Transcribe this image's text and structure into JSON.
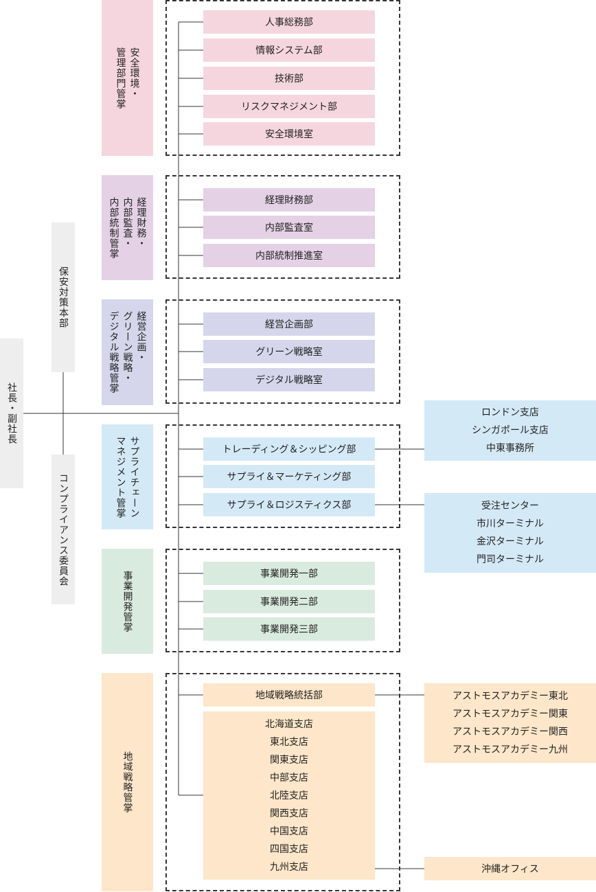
{
  "president": "社長・副社長",
  "committees": {
    "security": "保安対策本部",
    "compliance": "コンプライアンス委員会"
  },
  "groups": [
    {
      "label": "安全環境・\n管理部門管掌",
      "departments": [
        "人事総務部",
        "情報システム部",
        "技術部",
        "リスクマネジメント部",
        "安全環境室"
      ]
    },
    {
      "label": "経理財務・\n内部監査・\n内部統制管掌",
      "departments": [
        "経理財務部",
        "内部監査室",
        "内部統制推進室"
      ]
    },
    {
      "label": "経営企画・\nグリーン戦略・\nデジタル戦略管掌",
      "departments": [
        "経営企画部",
        "グリーン戦略室",
        "デジタル戦略室"
      ]
    },
    {
      "label": "サプライチェーン\nマネジメント管掌",
      "departments": [
        "トレーディング＆シッピング部",
        "サプライ＆マーケティング部",
        "サプライ＆ロジスティクス部"
      ]
    },
    {
      "label": "事業開発管掌",
      "departments": [
        "事業開発一部",
        "事業開発二部",
        "事業開発三部"
      ]
    },
    {
      "label": "地域戦略管掌",
      "departments": [
        "地域戦略統括部"
      ],
      "branches": [
        "北海道支店",
        "東北支店",
        "関東支店",
        "中部支店",
        "北陸支店",
        "関西支店",
        "中国支店",
        "四国支店",
        "九州支店"
      ]
    }
  ],
  "affiliates": {
    "overseas": [
      "ロンドン支店",
      "シンガポール支店",
      "中東事務所"
    ],
    "logistics": [
      "受注センター",
      "市川ターミナル",
      "金沢ターミナル",
      "門司ターミナル"
    ],
    "academies": [
      "アストモスアカデミー東北",
      "アストモスアカデミー関東",
      "アストモスアカデミー関西",
      "アストモスアカデミー九州"
    ],
    "okinawa": "沖縄オフィス"
  },
  "colors": {
    "gray": "#eeeeee",
    "safety": "#f5d6de",
    "finance": "#e4d1e5",
    "planning": "#d5d6eb",
    "supply": "#d4e9f6",
    "business": "#d9ebdf",
    "regional": "#fde6c9",
    "line": "#333333"
  }
}
